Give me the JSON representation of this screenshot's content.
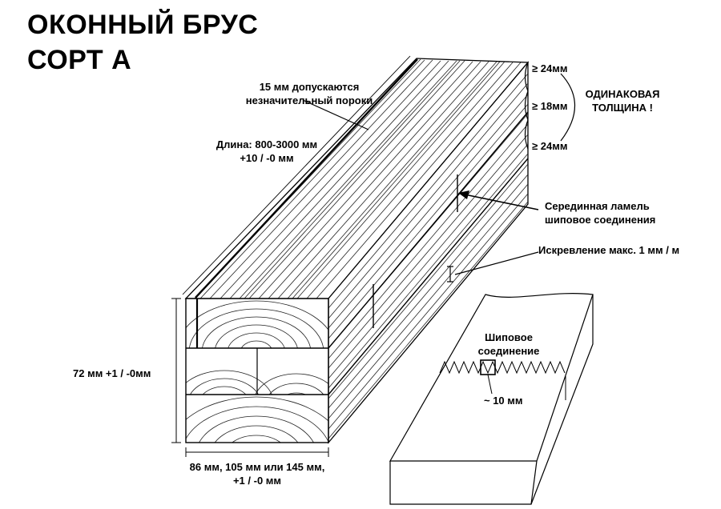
{
  "title": {
    "line1": "ОКОННЫЙ БРУС",
    "line2": "СОРТ А"
  },
  "labels": {
    "defects_line1": "15 мм допускаются",
    "defects_line2": "незначительный пороки",
    "length_line1": "Длина:  800-3000 мм",
    "length_line2": "+10 / -0 мм",
    "thick_top": "≥ 24мм",
    "thick_mid": "≥ 18мм",
    "thick_bottom": "≥ 24мм",
    "equal_line1": "ОДИНАКОВАЯ",
    "equal_line2": "ТОЛЩИНА !",
    "middle_line1": "Серединная ламель",
    "middle_line2": "шиповое соединения",
    "curvature": "Искревление макс. 1 мм / м",
    "height": "72 мм +1 / -0мм",
    "width_line1": "86 мм, 105 мм или 145 мм,",
    "width_line2": "+1 / -0 мм",
    "joint_line1": "Шиповое",
    "joint_line2": "соединение",
    "joint_size": "~ 10 мм"
  }
}
